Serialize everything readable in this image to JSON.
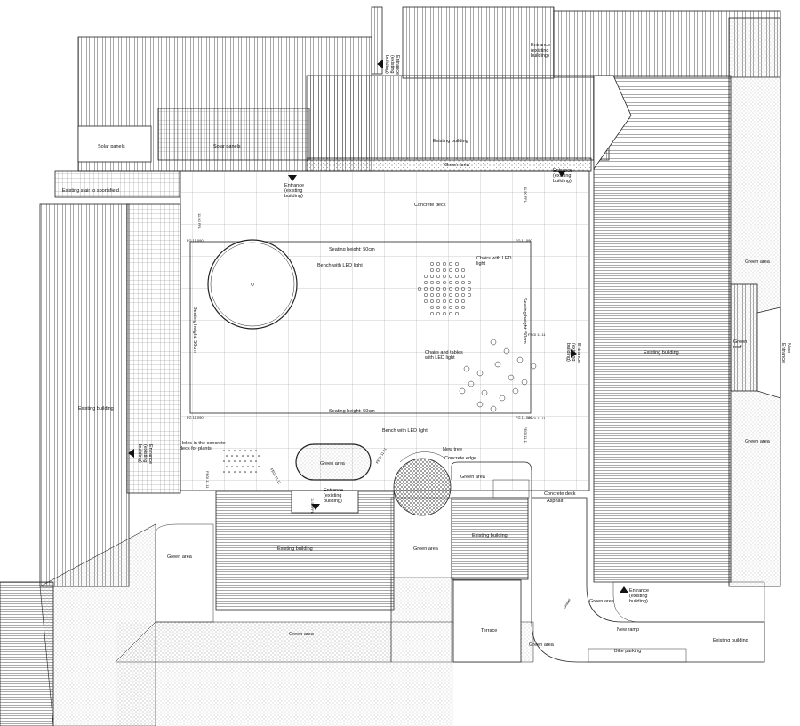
{
  "labels": {
    "solar_panels_1": "Solar panels",
    "solar_panels_2": "Solar panels",
    "existing_stair": "Existing stair to sportsfield",
    "entrance_top": "Entrance\n(existing\nbuilding)",
    "entrance_top_right": "Entrance\n(existing\nbuilding)",
    "entrance_vertical_top": "Entrance\n(existing\nbuilding)",
    "existing_building_top": "Existing building",
    "green_area_top": "Green area",
    "entrance_right_of_deck": "Entrance\n(existing\nbuilding)",
    "entrance_left_of_deck": "Entrance\n(existing\nbuilding)",
    "concrete_deck": "Concrete deck",
    "seating_height_top": "Seating height: 50cm",
    "seating_height_bottom": "Seating height: 50cm",
    "seating_height_left": "Seating height: 50cm",
    "seating_height_right": "Seating height: 50cm",
    "bench_led_top": "Bench with LED light",
    "chairs_led": "Chairs with LED\nlight",
    "chairs_tables_led": "Chairs and tables\nwith LED light",
    "existing_building_left": "Existing building",
    "entrance_left_vertical": "Entrance\n(existing\nbuilding)",
    "holes_concrete": "Holes in the concrete\ndeck for plants",
    "bench_led_bottom": "Bench with LED light",
    "green_area_oval": "Green area",
    "new_tree": "New tree",
    "concrete_edge": "Concrete edge",
    "green_area_mid": "Green area",
    "entrance_bottom": "Entrance\n(existing\nbuilding)",
    "existing_building_right": "Existing building",
    "entrance_right_mid": "Entrance\n(existing\nbuilding)",
    "green_area_right_1": "Green area",
    "green_roof": "Green\nroof",
    "new_entrance": "New\nEntrance",
    "green_area_right_2": "Green area",
    "concrete_deck_small": "Concrete deck",
    "asphalt": "Asphalt",
    "existing_building_mid": "Existing building",
    "green_area_center": "Green area",
    "existing_building_bottom": "Existing building",
    "green_area_bottom_left": "Green area",
    "green_area_left": "Green area",
    "terrace": "Terrace",
    "green_area_bottom_mid": "Green area",
    "gravel": "Gravel",
    "green_area_bottom_right": "Green area",
    "entrance_bottom_right": "Entrance\n(existing\nbuilding)",
    "new_ramp": "New ramp",
    "existing_building_br": "Existing building",
    "bike_parking": "Bike parking"
  },
  "levels": {
    "fg_top_left": "FG 11.090",
    "fg_top_right": "FG 11.090",
    "fg_bottom_left": "FG 11.090",
    "fg_bottom_right": "FG 11.090",
    "lvl_a": "11.90 FFL",
    "lvl_b": "11.90 FFL",
    "lvl_c": "11.90 FFL",
    "lvl_d": "FEGl 11.11",
    "lvl_e": "FEGl 11.11",
    "lvl_f": "FEGl 11.11",
    "lvl_g": "FEGl 11.11",
    "lvl_h": "FEGl 11.11",
    "lvl_i": "FEGl 11.11"
  },
  "colors": {
    "line": "#222222",
    "paper": "#ffffff",
    "hatch": "#555555"
  },
  "icons": {
    "entrance_arrow": "triangle-arrow-icon",
    "led_chair": "circle-dot-icon",
    "tree": "tree-circle-icon"
  }
}
